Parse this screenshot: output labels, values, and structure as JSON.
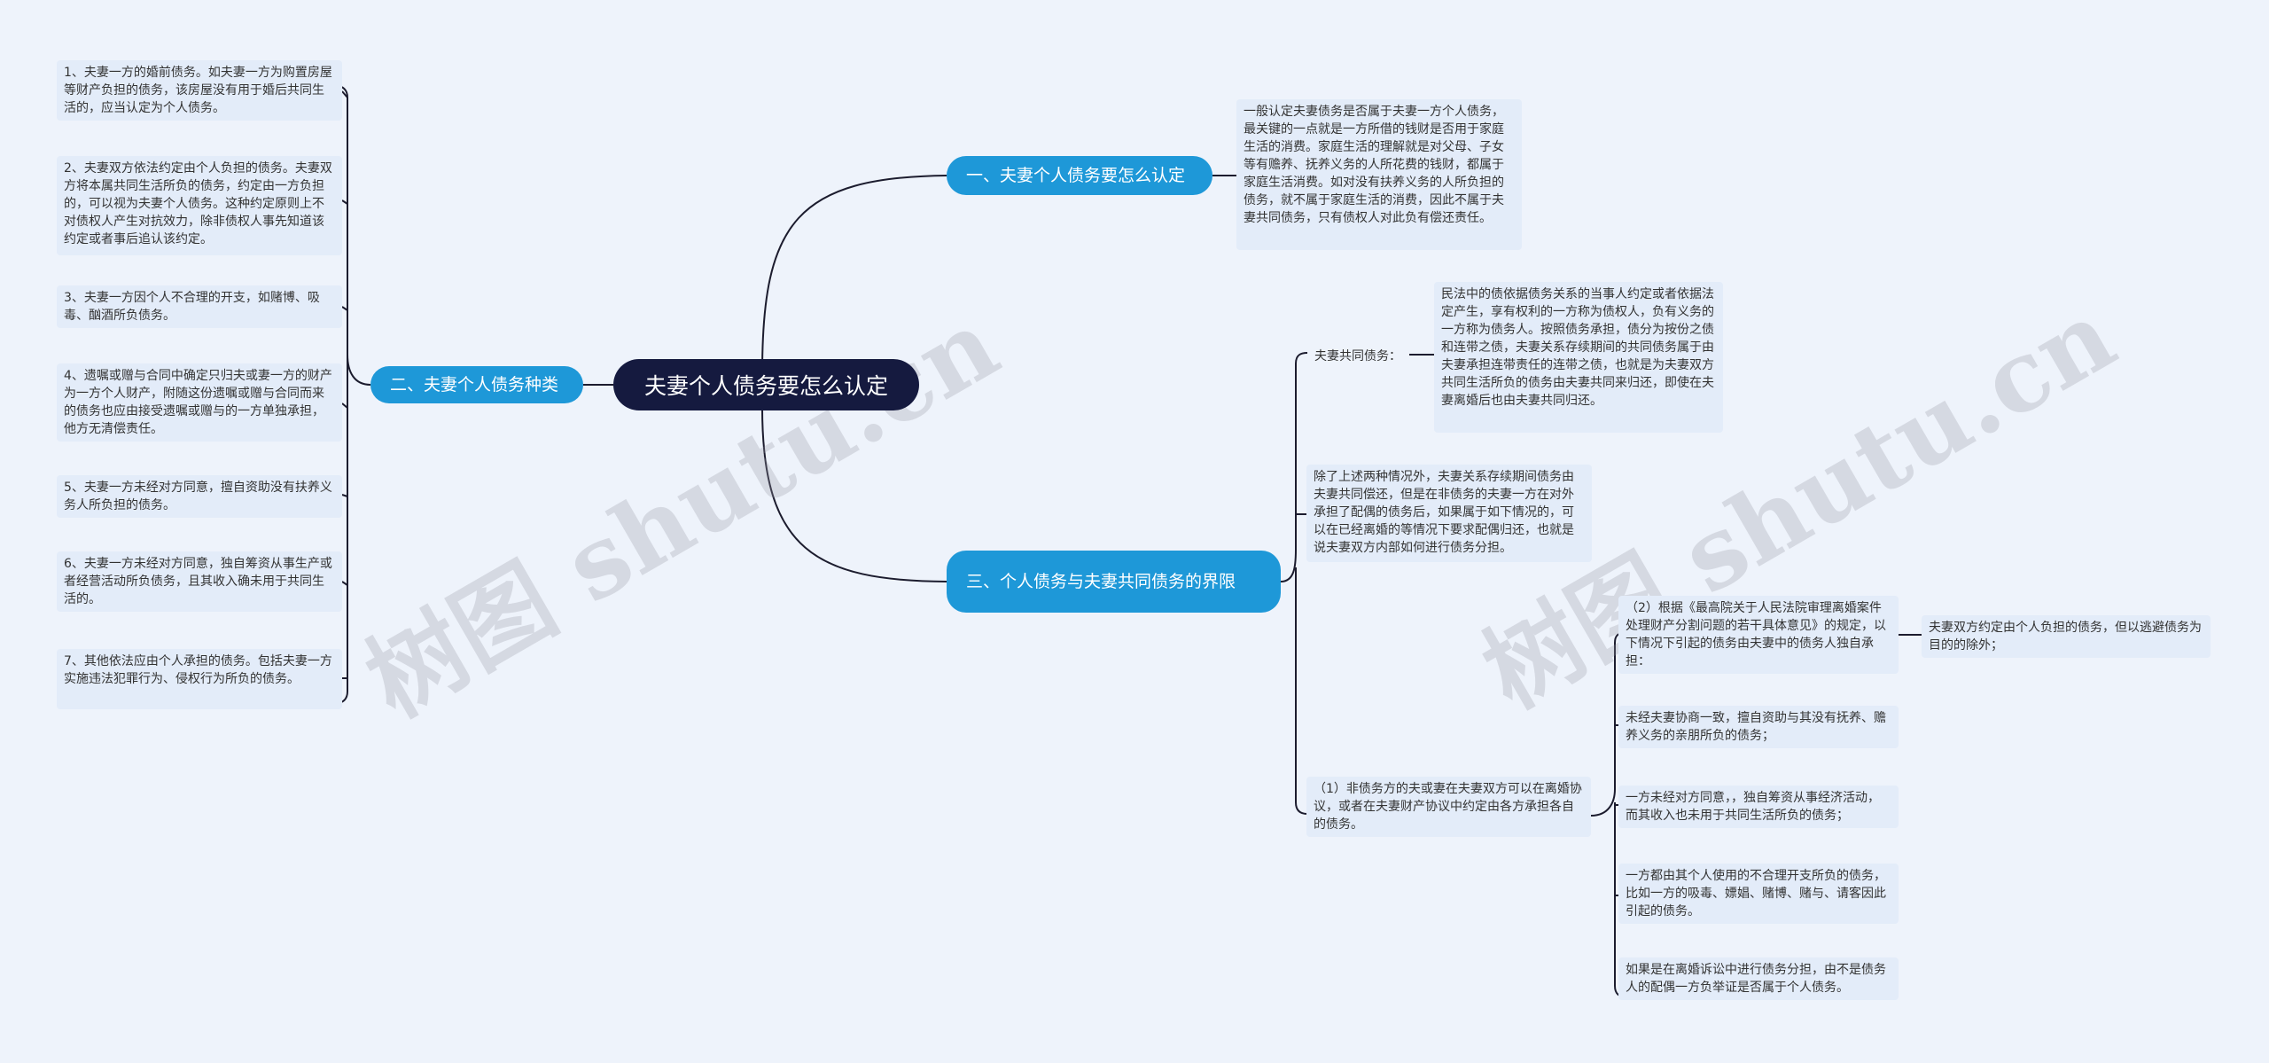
{
  "root": {
    "label": "夫妻个人债务要怎么认定"
  },
  "watermark": "树图 shutu.cn",
  "branch1": {
    "label": "一、夫妻个人债务要怎么认定",
    "text": "一般认定夫妻债务是否属于夫妻一方个人债务，最关键的一点就是一方所借的钱财是否用于家庭生活的消费。家庭生活的理解就是对父母、子女等有赡养、抚养义务的人所花费的钱财，都属于家庭生活消费。如对没有扶养义务的人所负担的债务，就不属于家庭生活的消费，因此不属于夫妻共同债务，只有债权人对此负有偿还责任。"
  },
  "branch2": {
    "label": "二、夫妻个人债务种类",
    "items": [
      "1、夫妻一方的婚前债务。如夫妻一方为购置房屋等财产负担的债务，该房屋没有用于婚后共同生活的，应当认定为个人债务。",
      "2、夫妻双方依法约定由个人负担的债务。夫妻双方将本属共同生活所负的债务，约定由一方负担的，可以视为夫妻个人债务。这种约定原则上不对债权人产生对抗效力，除非债权人事先知道该约定或者事后追认该约定。",
      "3、夫妻一方因个人不合理的开支，如赌博、吸毒、酗酒所负债务。",
      "4、遗嘱或赠与合同中确定只归夫或妻一方的财产为一方个人财产，附随这份遗嘱或赠与合同而来的债务也应由接受遗嘱或赠与的一方单独承担，他方无清偿责任。",
      "5、夫妻一方未经对方同意，擅自资助没有扶养义务人所负担的债务。",
      "6、夫妻一方未经对方同意，独自筹资从事生产或者经营活动所负债务，且其收入确未用于共同生活的。",
      "7、其他依法应由个人承担的债务。包括夫妻一方实施违法犯罪行为、侵权行为所负的债务。"
    ]
  },
  "branch3": {
    "label": "三、个人债务与夫妻共同债务的界限",
    "joint_label": "夫妻共同债务：",
    "joint_text": "民法中的债依据债务关系的当事人约定或者依据法定产生，享有权利的一方称为债权人，负有义务的一方称为债务人。按照债务承担，债分为按份之债和连带之债，夫妻关系存续期间的共同债务属于由夫妻承担连带责任的连带之债，也就是为夫妻双方共同生活所负的债务由夫妻共同来归还，即使在夫妻离婚后也由夫妻共同归还。",
    "other_text": "除了上述两种情况外，夫妻关系存续期间债务由夫妻共同偿还，但是在非债务的夫妻一方在对外承担了配偶的债务后，如果属于如下情况的，可以在已经离婚的等情况下要求配偶归还，也就是说夫妻双方内部如何进行债务分担。",
    "sub_label": "（1）非债务方的夫或妻在夫妻双方可以在离婚协议，或者在夫妻财产协议中约定由各方承担各自的债务。",
    "sub2_label": "（2）根据《最高院关于人民法院审理离婚案件处理财产分割问题的若干具体意见》的规定，以下情况下引起的债务由夫妻中的债务人独自承担：",
    "sub2_note": "夫妻双方约定由个人负担的债务，但以逃避债务为目的的除外；",
    "sub_items": [
      "未经夫妻协商一致，擅自资助与其没有抚养、赡养义务的亲朋所负的债务；",
      "一方未经对方同意，，独自筹资从事经济活动，而其收入也未用于共同生活所负的债务；",
      "一方都由其个人使用的不合理开支所负的债务，比如一方的吸毒、嫖娼、赌博、赌与、请客因此引起的债务。",
      "如果是在离婚诉讼中进行债务分担，由不是债务人的配偶一方负举证是否属于个人债务。"
    ]
  }
}
